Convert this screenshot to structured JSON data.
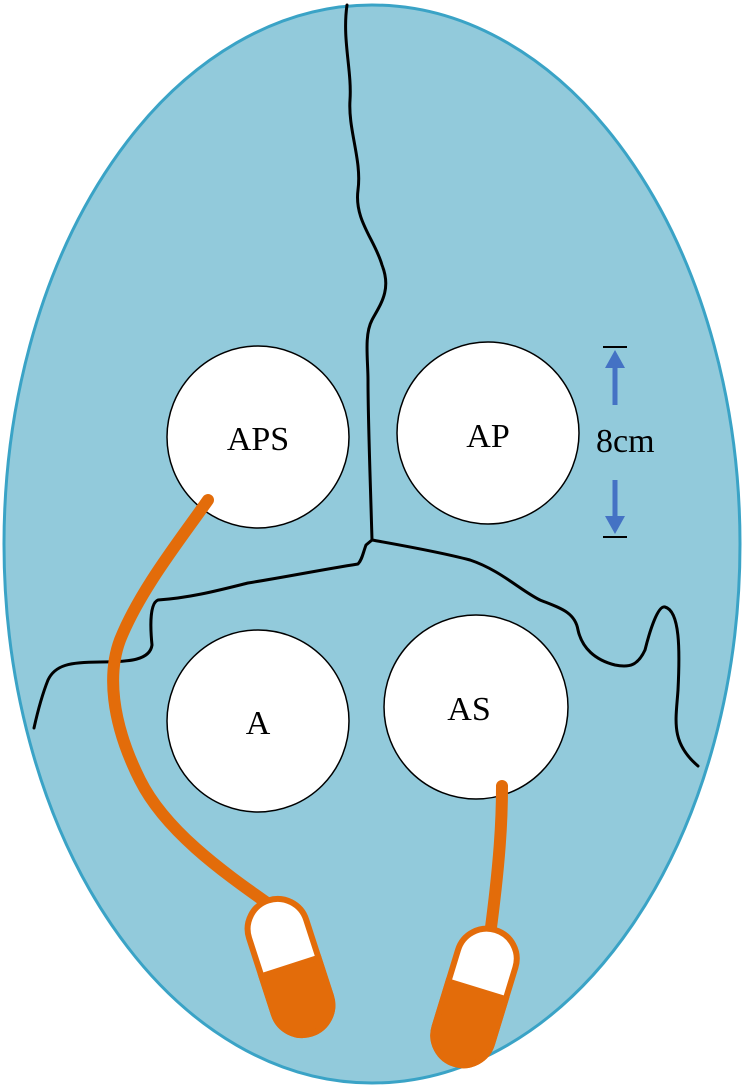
{
  "colors": {
    "background": "#ffffff",
    "body_fill": "#92cadb",
    "body_outline": "#3aa3c6",
    "crack_line": "#000000",
    "circle_fill": "#ffffff",
    "wire": "#e36c0a",
    "dimension_arrow": "#4472c4"
  },
  "circles": [
    {
      "id": "aps",
      "label": "APS"
    },
    {
      "id": "ap",
      "label": "AP"
    },
    {
      "id": "a",
      "label": "A"
    },
    {
      "id": "as",
      "label": "AS"
    }
  ],
  "dimension": {
    "label": "8cm",
    "icon": "vertical-double-arrow"
  }
}
